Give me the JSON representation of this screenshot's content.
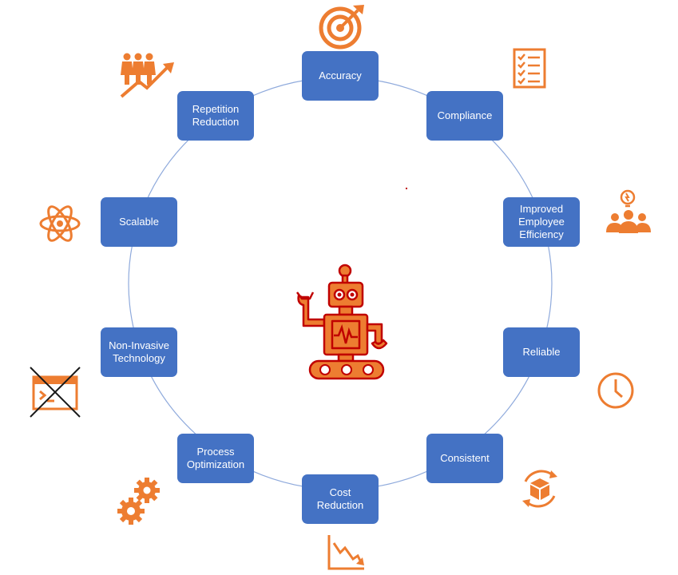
{
  "nodes": [
    {
      "id": "accuracy",
      "label": "Accuracy",
      "icon": "target-icon"
    },
    {
      "id": "compliance",
      "label": "Compliance",
      "icon": "checklist-icon"
    },
    {
      "id": "improved-employee-efficiency",
      "label": "Improved\nEmployee\nEfficiency",
      "icon": "team-idea-icon"
    },
    {
      "id": "reliable",
      "label": "Reliable",
      "icon": "clock-icon"
    },
    {
      "id": "consistent",
      "label": "Consistent",
      "icon": "box-cycle-icon"
    },
    {
      "id": "cost-reduction",
      "label": "Cost\nReduction",
      "icon": "declining-chart-icon"
    },
    {
      "id": "process-optimization",
      "label": "Process\nOptimization",
      "icon": "gears-icon"
    },
    {
      "id": "non-invasive-technology",
      "label": "Non-Invasive\nTechnology",
      "icon": "crossed-terminal-icon"
    },
    {
      "id": "scalable",
      "label": "Scalable",
      "icon": "atom-icon"
    },
    {
      "id": "repetition-reduction",
      "label": "Repetition\nReduction",
      "icon": "people-growth-icon"
    }
  ],
  "center_icon": "robot-icon",
  "colors": {
    "node_fill": "#4472c4",
    "node_text": "#ffffff",
    "ring": "#8faadc",
    "icon": "#ed7d31",
    "robot_outline": "#c00000"
  }
}
